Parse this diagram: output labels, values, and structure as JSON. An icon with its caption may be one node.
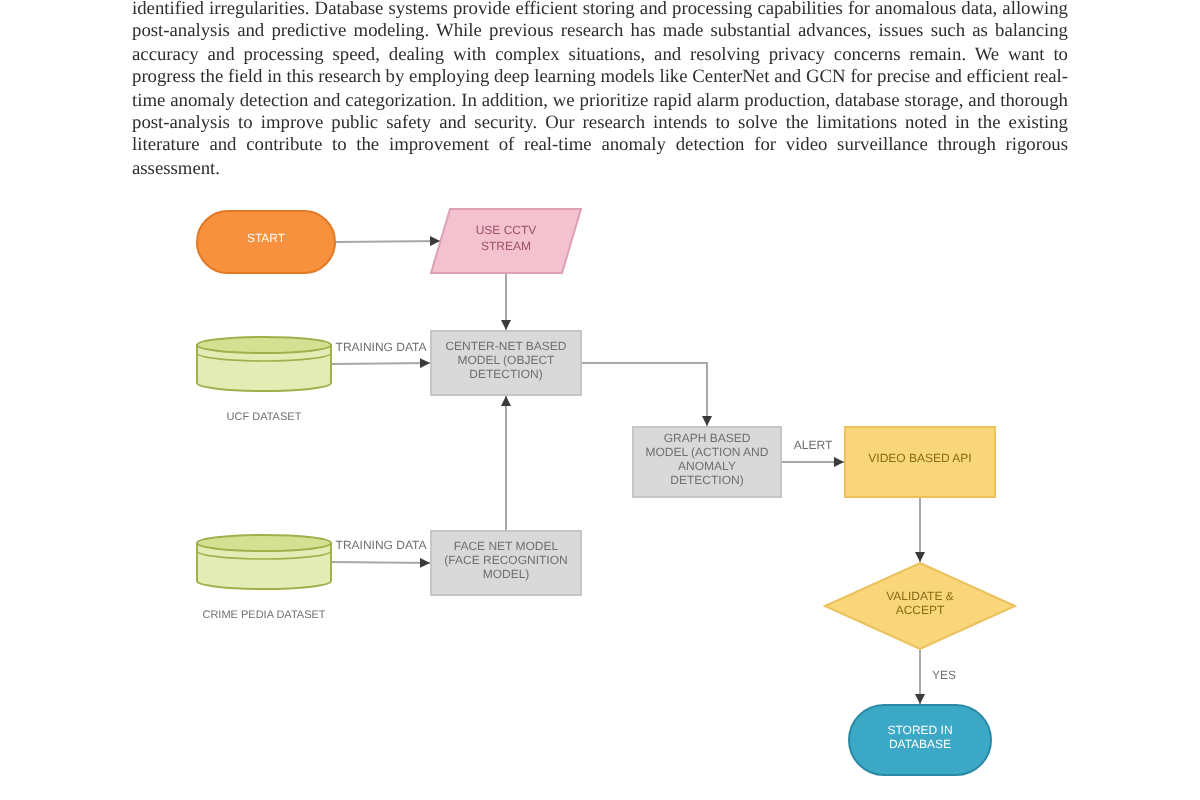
{
  "diagram": {
    "nodes": [
      {
        "text": [
          "START"
        ]
      },
      {
        "text": [
          "USE CCTV STREAM"
        ]
      },
      {
        "text": [
          "UCF DATASET"
        ]
      },
      {
        "text": [
          "CENTER-NET BASED MODEL (OBJECT DETECTION)"
        ]
      },
      {
        "text": [
          "GRAPH BASED MODEL (ACTION AND ANOMALY DETECTION)"
        ]
      },
      {
        "text": [
          "VIDEO BASED API"
        ]
      },
      {
        "text": [
          "CRIME PEDIA DATASET"
        ]
      },
      {
        "text": [
          "FACE NET MODEL (FACE RECOGNITION MODEL)"
        ]
      },
      {
        "text": [
          "VALIDATE & ACCEPT"
        ]
      },
      {
        "text": [
          "STORED IN DATABASE"
        ]
      }
    ],
    "edges": [
      {
        "from": 0,
        "to": 1,
        "arrow": "to"
      },
      {
        "from": 1,
        "to": 3,
        "arrow": "to"
      },
      {
        "from": 2,
        "to": 3,
        "label": "TRAINING DATA",
        "arrow": "to"
      },
      {
        "from": 3,
        "to": 4,
        "arrow": "to"
      },
      {
        "from": 7,
        "to": 3,
        "arrow": "to"
      },
      {
        "from": 6,
        "to": 7,
        "label": "TRAINING DATA",
        "arrow": "to"
      },
      {
        "from": 4,
        "to": 5,
        "label": "ALERT",
        "arrow": "to"
      },
      {
        "from": 5,
        "to": 8,
        "arrow": "to"
      },
      {
        "from": 8,
        "to": 9,
        "label": "YES",
        "arrow": "to"
      }
    ],
    "labels": [
      "identified irregularities. Database systems provide efficient storing and processing capabilities for anomalous data, allowing post-analysis and predictive modeling. While previous research has made substantial advances, issues such as balancing accuracy and processing speed, dealing with complex situations, and resolving privacy concerns remain. We want to progress the field in this research by employing deep learning models like CenterNet and GCN for precise and efficient real-time anomaly detection and categorization. In addition, we prioritize rapid alarm production, database storage, and thorough post-analysis to improve public safety and security. Our research intends to solve the limitations noted in the existing literature and contribute to the improvement of real-time anomaly detection for video surveillance through rigorous assessment."
    ]
  }
}
